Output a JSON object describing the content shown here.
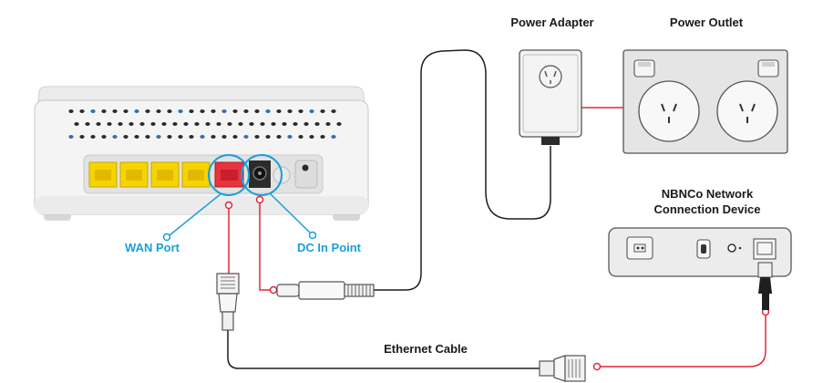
{
  "labels": {
    "power_adapter": "Power Adapter",
    "power_outlet": "Power Outlet",
    "nbn_line1": "NBNCo Network",
    "nbn_line2": "Connection Device",
    "wan_port": "WAN Port",
    "dc_in_point": "DC In Point",
    "ethernet_cable": "Ethernet Cable"
  },
  "colors": {
    "callout_blue": "#1a9fd6",
    "connection_red": "#e0283a",
    "lan_port_yellow": "#f5d400",
    "wan_port_red": "#e8343f",
    "device_white": "#f4f4f4",
    "outlet_gray": "#e5e5e5",
    "cable_black": "#1f1f1f"
  },
  "icons": [
    "router",
    "power-adapter",
    "power-outlet",
    "nbn-device",
    "ethernet-plug",
    "dc-plug"
  ]
}
